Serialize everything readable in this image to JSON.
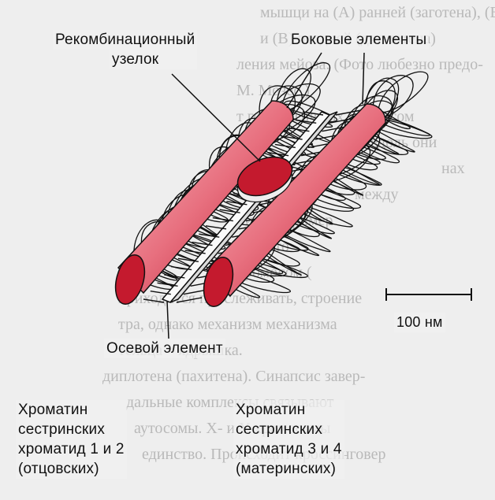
{
  "labels": {
    "recomb_line1": "Рекомбинационный",
    "recomb_line2": "узелок",
    "lateral": "Боковые элементы",
    "axial": "Осевой элемент",
    "scale": "100 нм",
    "left_line1": "Хроматин",
    "left_line2": "сестринских",
    "left_line3": "хроматид 1 и 2",
    "left_line4": "(отцовских)",
    "right_line1": "Хроматин",
    "right_line2": "сестринских",
    "right_line3": "хроматид 3 и 4",
    "right_line4": "(материнских)"
  },
  "background_text": [
    "мышци на (A) ранней (заготена), (Б)",
    "и (В) поздней (диплотена)",
    "ления мейоза. (Фото любезно предо-",
    "М. Мозес.)",
    "т гомологичных хромосом",
    "вдоль они",
    "нах",
    "между",
    "ние, например",
    "с (часто",
    "хромосом (",
    "приходится прослеживать, строение",
    "тра, однако механизм механизма",
    "тельца – ядрышка.",
    "диплотена (пахитена). Синапсис завер-",
    "дальные комплексы связывают",
    "аутосомы. X- и Y-хромосомы",
    "единство. Происходит кроссинговер"
  ],
  "colors": {
    "chromatid_red": "#c41a2e",
    "highlight_pink": "#f3a4ae",
    "loop_ink": "#111111",
    "page_bg": "#eeeeee"
  }
}
